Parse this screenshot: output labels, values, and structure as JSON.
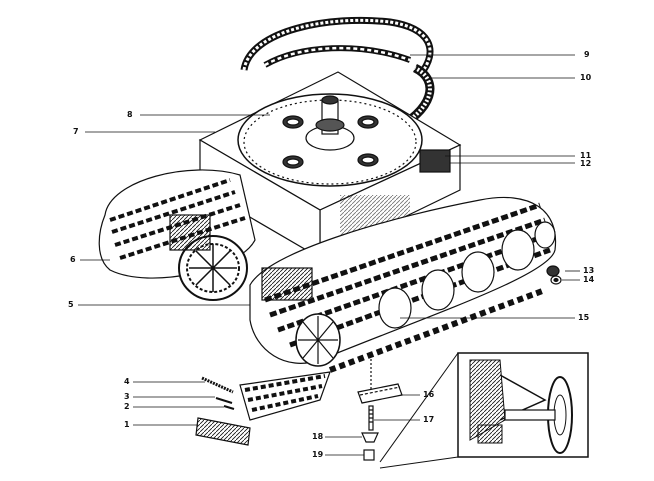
{
  "figure": {
    "callouts": [
      {
        "num": "1"
      },
      {
        "num": "2"
      },
      {
        "num": "3"
      },
      {
        "num": "4"
      },
      {
        "num": "5"
      },
      {
        "num": "6"
      },
      {
        "num": "7"
      },
      {
        "num": "8"
      },
      {
        "num": "9"
      },
      {
        "num": "10"
      },
      {
        "num": "11"
      },
      {
        "num": "12"
      },
      {
        "num": "13"
      },
      {
        "num": "14"
      },
      {
        "num": "15"
      },
      {
        "num": "16"
      },
      {
        "num": "17"
      },
      {
        "num": "18"
      },
      {
        "num": "19"
      }
    ]
  },
  "colors": {
    "ink": "#111111",
    "paper": "#ffffff",
    "shade": "#555555"
  }
}
